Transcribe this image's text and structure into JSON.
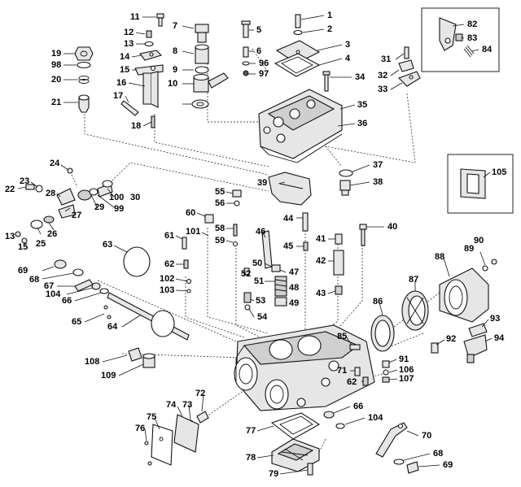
{
  "diagram": {
    "labels": [
      "1",
      "2",
      "3",
      "4",
      "5",
      "6",
      "7",
      "8",
      "9",
      "10",
      "11",
      "12",
      "13",
      "14",
      "15",
      "16",
      "17",
      "18",
      "19",
      "98",
      "20",
      "21",
      "96",
      "97",
      "31",
      "32",
      "33",
      "34",
      "35",
      "36",
      "37",
      "38",
      "82",
      "83",
      "84",
      "105",
      "24",
      "23",
      "22",
      "28",
      "27",
      "26",
      "25",
      "13",
      "15",
      "29",
      "99",
      "100",
      "30",
      "39",
      "55",
      "56",
      "60",
      "58",
      "101",
      "59",
      "61",
      "62",
      "102",
      "103",
      "63",
      "69",
      "68",
      "67",
      "104",
      "66",
      "65",
      "64",
      "108",
      "109",
      "44",
      "45",
      "46",
      "50",
      "47",
      "48",
      "49",
      "51",
      "53",
      "52",
      "54",
      "41",
      "42",
      "43",
      "40",
      "86",
      "87",
      "88",
      "89",
      "90",
      "85",
      "91",
      "106",
      "107",
      "71",
      "62",
      "92",
      "93",
      "94",
      "72",
      "73",
      "74",
      "75",
      "76",
      "77",
      "78",
      "79",
      "66",
      "104",
      "70",
      "68",
      "69"
    ]
  }
}
